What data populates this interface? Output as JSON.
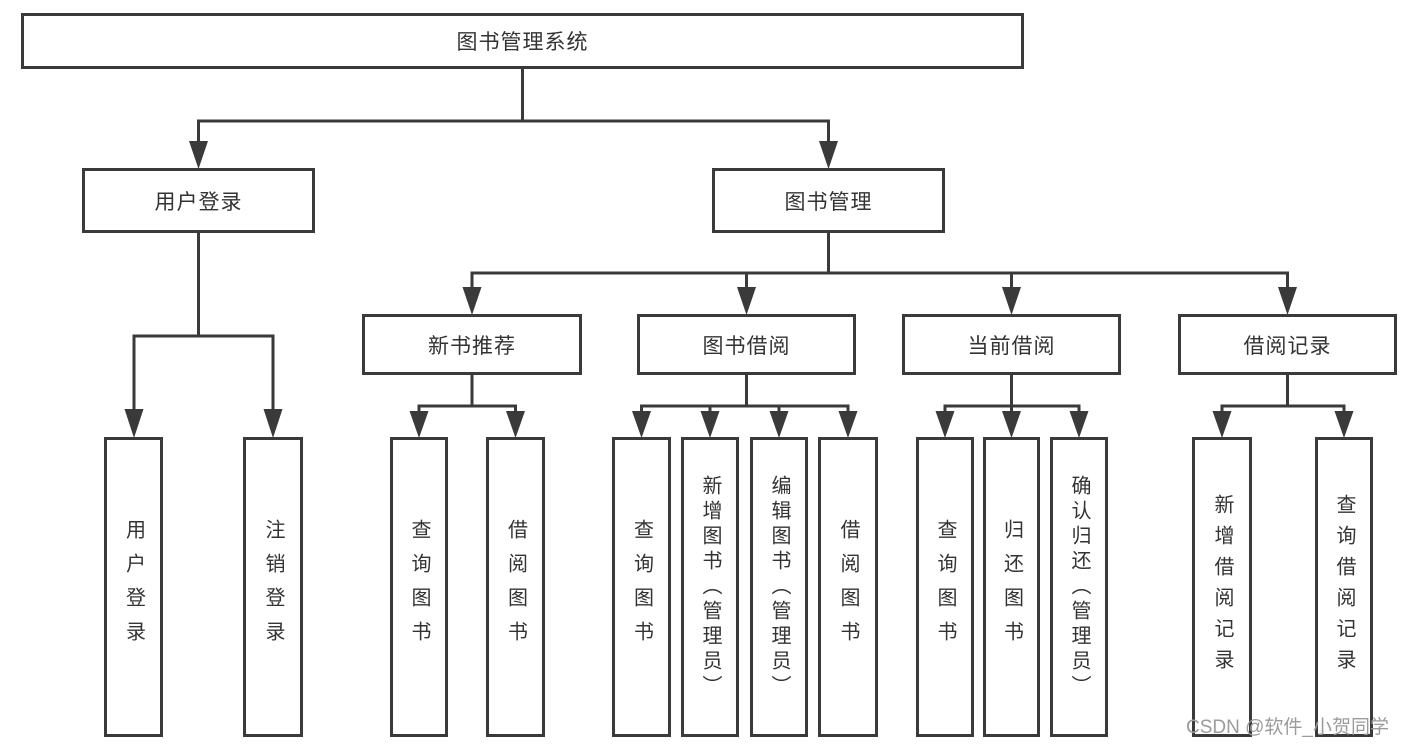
{
  "diagram": {
    "title": "图书管理系统",
    "root": {
      "label": "图书管理系统"
    },
    "level2": [
      {
        "label": "用户登录"
      },
      {
        "label": "图书管理"
      }
    ],
    "level3": [
      {
        "label": "新书推荐"
      },
      {
        "label": "图书借阅"
      },
      {
        "label": "当前借阅"
      },
      {
        "label": "借阅记录"
      }
    ],
    "leaves": [
      {
        "label": "用户登录",
        "parent": "用户登录"
      },
      {
        "label": "注销登录",
        "parent": "用户登录"
      },
      {
        "label": "查询图书",
        "parent": "新书推荐"
      },
      {
        "label": "借阅图书",
        "parent": "新书推荐"
      },
      {
        "label": "查询图书",
        "parent": "图书借阅"
      },
      {
        "label": "新增图书（管理员）",
        "parent": "图书借阅"
      },
      {
        "label": "编辑图书（管理员）",
        "parent": "图书借阅"
      },
      {
        "label": "借阅图书",
        "parent": "图书借阅"
      },
      {
        "label": "查询图书",
        "parent": "当前借阅"
      },
      {
        "label": "归还图书",
        "parent": "当前借阅"
      },
      {
        "label": "确认归还（管理员）",
        "parent": "当前借阅"
      },
      {
        "label": "新增借阅记录",
        "parent": "借阅记录"
      },
      {
        "label": "查询借阅记录",
        "parent": "借阅记录"
      }
    ]
  },
  "watermark": {
    "text": "CSDN @软件_小贺同学"
  },
  "colors": {
    "line": "#3a3a3a",
    "text": "#333333",
    "watermark": "#9b9b9b",
    "background": "#ffffff"
  }
}
